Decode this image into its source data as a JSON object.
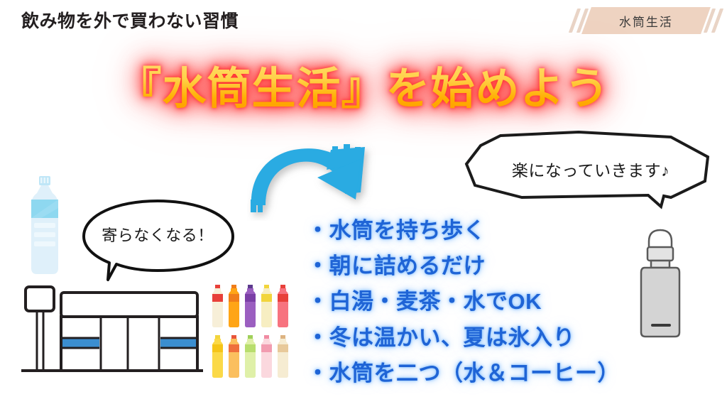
{
  "header": {
    "eyebrow": "飲み物を外で買わない習慣",
    "badge_label": "水筒生活",
    "badge_bg": "#eed3c1",
    "slash_color": "#e9d4c6"
  },
  "title": {
    "text": "『水筒生活』を始めよう",
    "fill_top": "#ffe27a",
    "fill_bottom": "#ff9800",
    "glow": "#ff2a2a"
  },
  "bullets": [
    {
      "text": "・水筒を持ち歩く"
    },
    {
      "text": "・朝に詰めるだけ"
    },
    {
      "text": "・白湯・麦茶・水でOK"
    },
    {
      "text": "・冬は温かい、夏は氷入り"
    },
    {
      "text": "・水筒を二つ（水＆コーヒー）"
    }
  ],
  "bullet_color": "#1f64d6",
  "bubbles": {
    "left": {
      "text": "寄らなくなる！"
    },
    "right": {
      "text": "楽になっていきます♪"
    }
  },
  "arrow": {
    "color": "#29abe2",
    "shadow": "rgba(140,140,140,0.45)"
  },
  "illustrations": {
    "pet_bottle": {
      "body_color": "#dff0fa",
      "label_color": "#8ed8f0",
      "cap_color": "#bfe6f7"
    },
    "store": {
      "outline_color": "#231f20",
      "window_stripe_color": "#3b8ed0"
    },
    "thermos": {
      "body_color": "#d4d4d4",
      "outline_color": "#5a5a5a",
      "cap_color": "#e3e3e3"
    },
    "juice_bottles": {
      "row1": [
        {
          "body": "#f7efd8",
          "label": "#e8403a",
          "cap": "#e8403a"
        },
        {
          "body": "#ffa516",
          "label": "#f07d1a",
          "cap": "#f07d1a"
        },
        {
          "body": "#9b5fc0",
          "label": "#7b3fa6",
          "cap": "#5d3a8e"
        },
        {
          "body": "#f7eec2",
          "label": "#f2d53c",
          "cap": "#f2d53c"
        },
        {
          "body": "#f7737f",
          "label": "#e8403a",
          "cap": "#e8403a"
        }
      ],
      "row2": [
        {
          "body": "#fbd947",
          "label": "#f5c518",
          "cap": "#f2d53c"
        },
        {
          "body": "#fbbf5e",
          "label": "#ef6f3c",
          "cap": "#e8553a"
        },
        {
          "body": "#dff0a8",
          "label": "#b8de6e",
          "cap": "#9fd05a"
        },
        {
          "body": "#fbd8de",
          "label": "#f29cb0",
          "cap": "#f08ba2"
        },
        {
          "body": "#f6ecd2",
          "label": "#e8c99a",
          "cap": "#ddb381"
        }
      ]
    }
  }
}
